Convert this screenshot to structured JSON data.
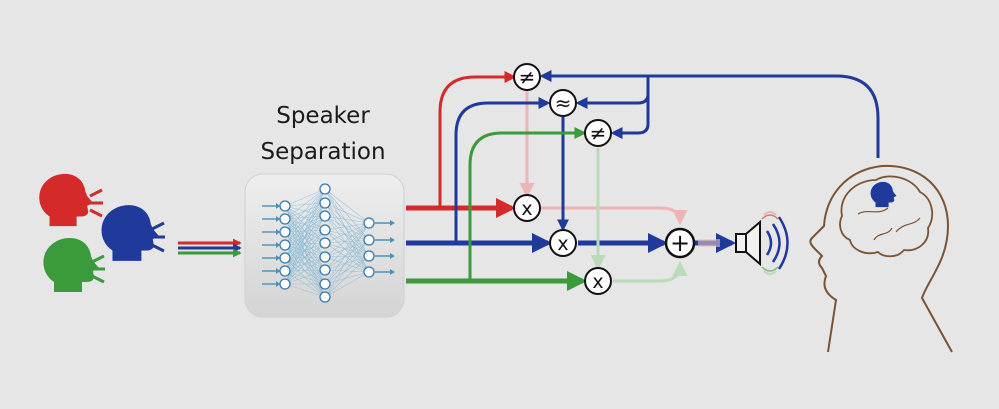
{
  "title_line1": "Speaker",
  "title_line2": "Separation",
  "ops": {
    "not_equal": "≠",
    "approx": "≈",
    "multiply": "x",
    "plus": "+"
  },
  "colors": {
    "red": "#d42a2a",
    "blue": "#1f3a9b",
    "green": "#3a9a3c",
    "red_light": "#efb3b3",
    "green_light": "#b9dbb8",
    "head_outline": "#7a5333",
    "background": "#e6e6e6"
  }
}
